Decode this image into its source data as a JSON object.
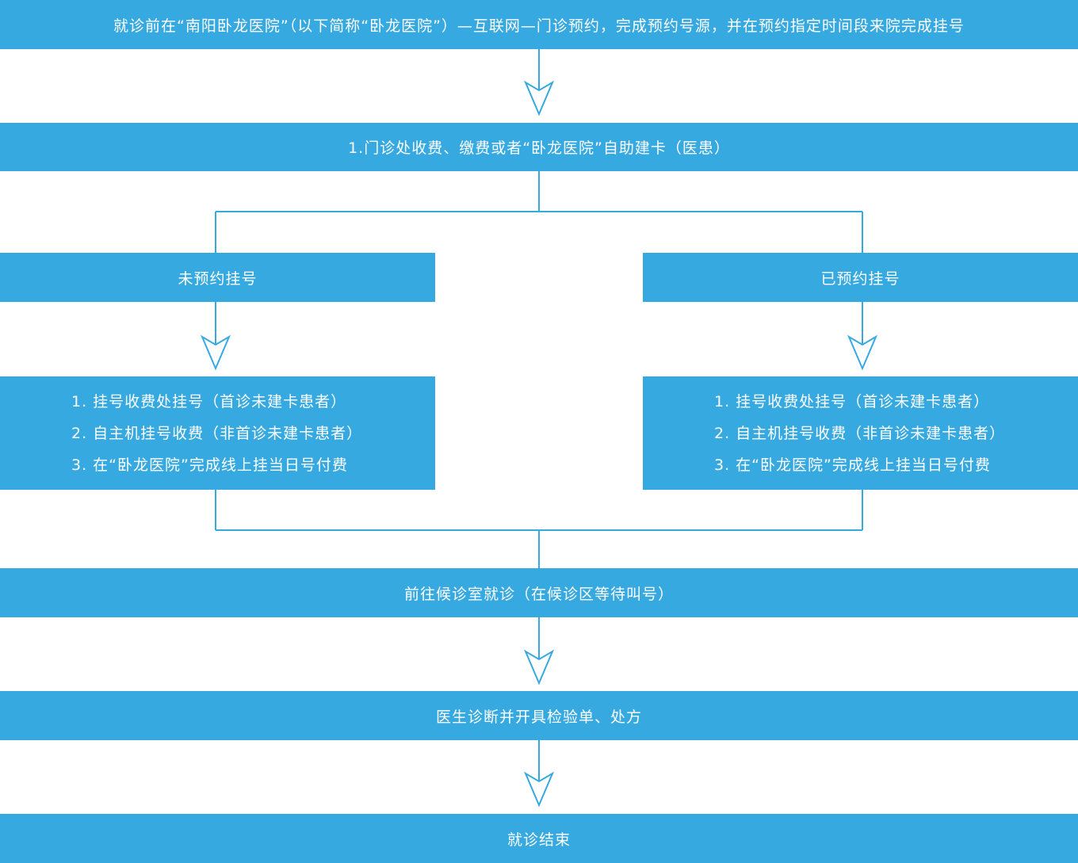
{
  "colors": {
    "box": "#36a9e1",
    "text": "#ffffff",
    "connector": "#36a9e1"
  },
  "steps": {
    "appointment": "就诊前在“南阳卧龙医院”（以下简称“卧龙医院”）—互联网—门诊预约，完成预约号源，并在预约指定时间段来院完成挂号",
    "card": "1.门诊处收费、缴费或者“卧龙医院”自助建卡（医患）",
    "not_reserved": {
      "title": "未预约挂号",
      "items": [
        "1. 挂号收费处挂号（首诊未建卡患者）",
        "2. 自主机挂号收费（非首诊未建卡患者）",
        "3. 在“卧龙医院”完成线上挂当日号付费"
      ]
    },
    "reserved": {
      "title": "已预约挂号",
      "items": [
        "1. 挂号收费处挂号（首诊未建卡患者）",
        "2. 自主机挂号收费（非首诊未建卡患者）",
        "3. 在“卧龙医院”完成线上挂当日号付费"
      ]
    },
    "waiting": "前往候诊室就诊（在候诊区等待叫号）",
    "diagnosis": "医生诊断并开具检验单、处方",
    "end": "就诊结束"
  }
}
